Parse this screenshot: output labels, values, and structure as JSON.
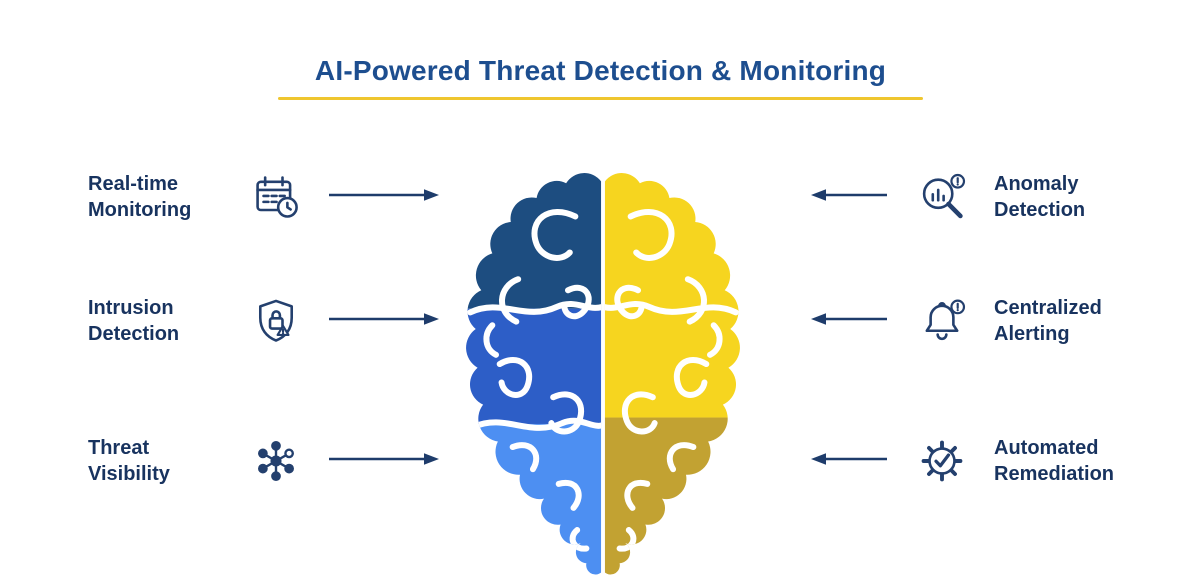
{
  "title": {
    "text": "AI-Powered Threat Detection & Monitoring",
    "underline_color": "#efc62f",
    "text_color": "#1d4e8f"
  },
  "features": {
    "left": [
      {
        "label": "Real-time Monitoring",
        "icon": "calendar-clock-icon"
      },
      {
        "label": "Intrusion Detection",
        "icon": "shield-lock-icon"
      },
      {
        "label": "Threat Visibility",
        "icon": "network-nodes-icon"
      }
    ],
    "right": [
      {
        "label": "Anomaly Detection",
        "icon": "magnifier-chart-icon"
      },
      {
        "label": "Centralized Alerting",
        "icon": "bell-alert-icon"
      },
      {
        "label": "Automated Remediation",
        "icon": "gear-check-icon"
      }
    ]
  },
  "brain": {
    "left_hemisphere_colors": [
      "#1d4d80",
      "#2d5ec7",
      "#4d8ff2"
    ],
    "right_hemisphere_colors": [
      "#f6d51f",
      "#c2a232"
    ]
  },
  "colors": {
    "label_text": "#18335f",
    "arrow": "#1e3c6b",
    "icon_stroke": "#24406e"
  }
}
